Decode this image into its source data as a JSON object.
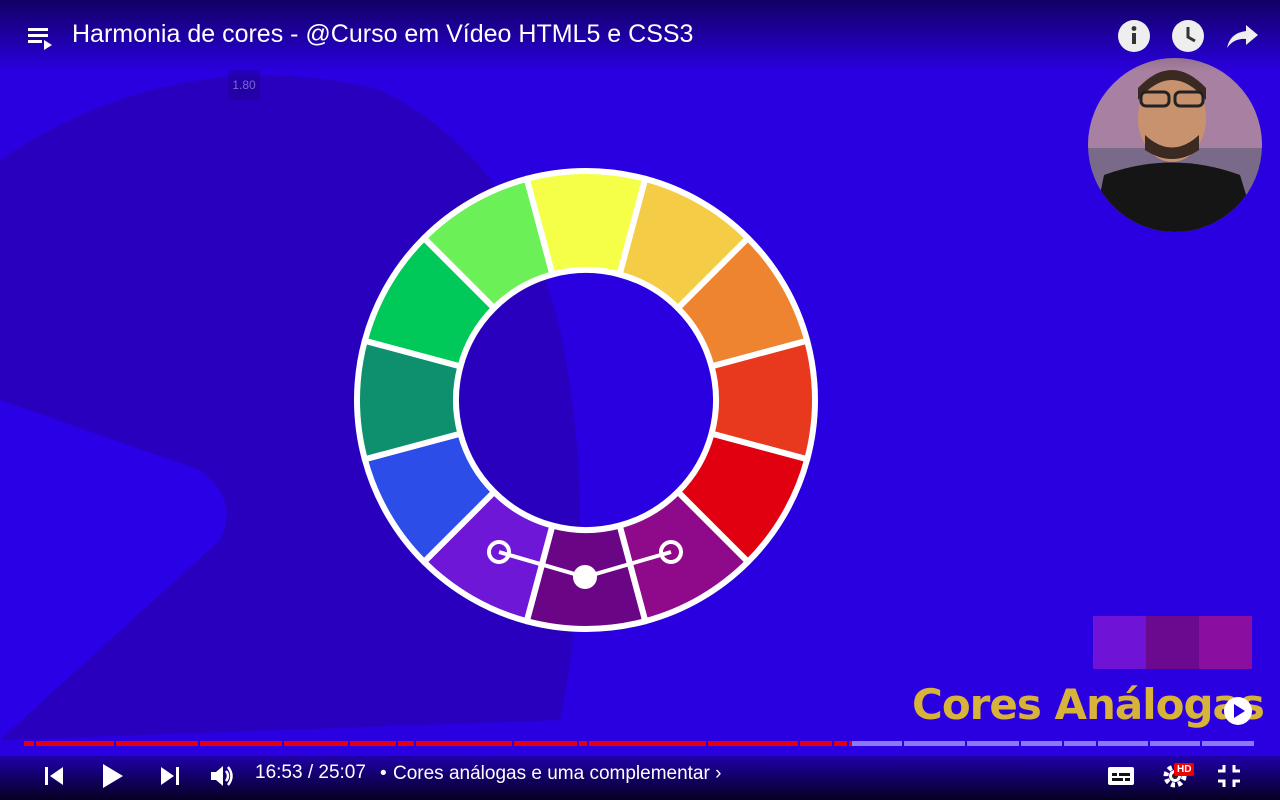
{
  "video": {
    "title": "Harmonia de cores - @Curso em Vídeo HTML5 e CSS3",
    "speed_badge": "1.80",
    "overlay_heading": "Cores Análogas",
    "swatch_colors": [
      "#6f14d6",
      "#6b0a8f",
      "#8a0fa0"
    ],
    "wheel_colors": [
      "#f6ff47",
      "#f5cc45",
      "#ef8430",
      "#e8391f",
      "#e0000f",
      "#8f0a8a",
      "#6a0686",
      "#6e17d6",
      "#2d4de8",
      "#0e8f6e",
      "#00c95a",
      "#6cf057"
    ]
  },
  "top_controls": {
    "menu_icon": "playlist-menu-icon",
    "info_icon": "info-icon",
    "watch_later_icon": "clock-icon",
    "share_icon": "share-arrow-icon"
  },
  "player": {
    "current_time": "16:53",
    "duration": "25:07",
    "time_display": "16:53 / 25:07",
    "chapter_label": "Cores análogas e uma complementar",
    "chapter_separator": "•",
    "hd_badge": "HD",
    "progress_fraction": 0.672,
    "accent_color": "#e0000f"
  }
}
